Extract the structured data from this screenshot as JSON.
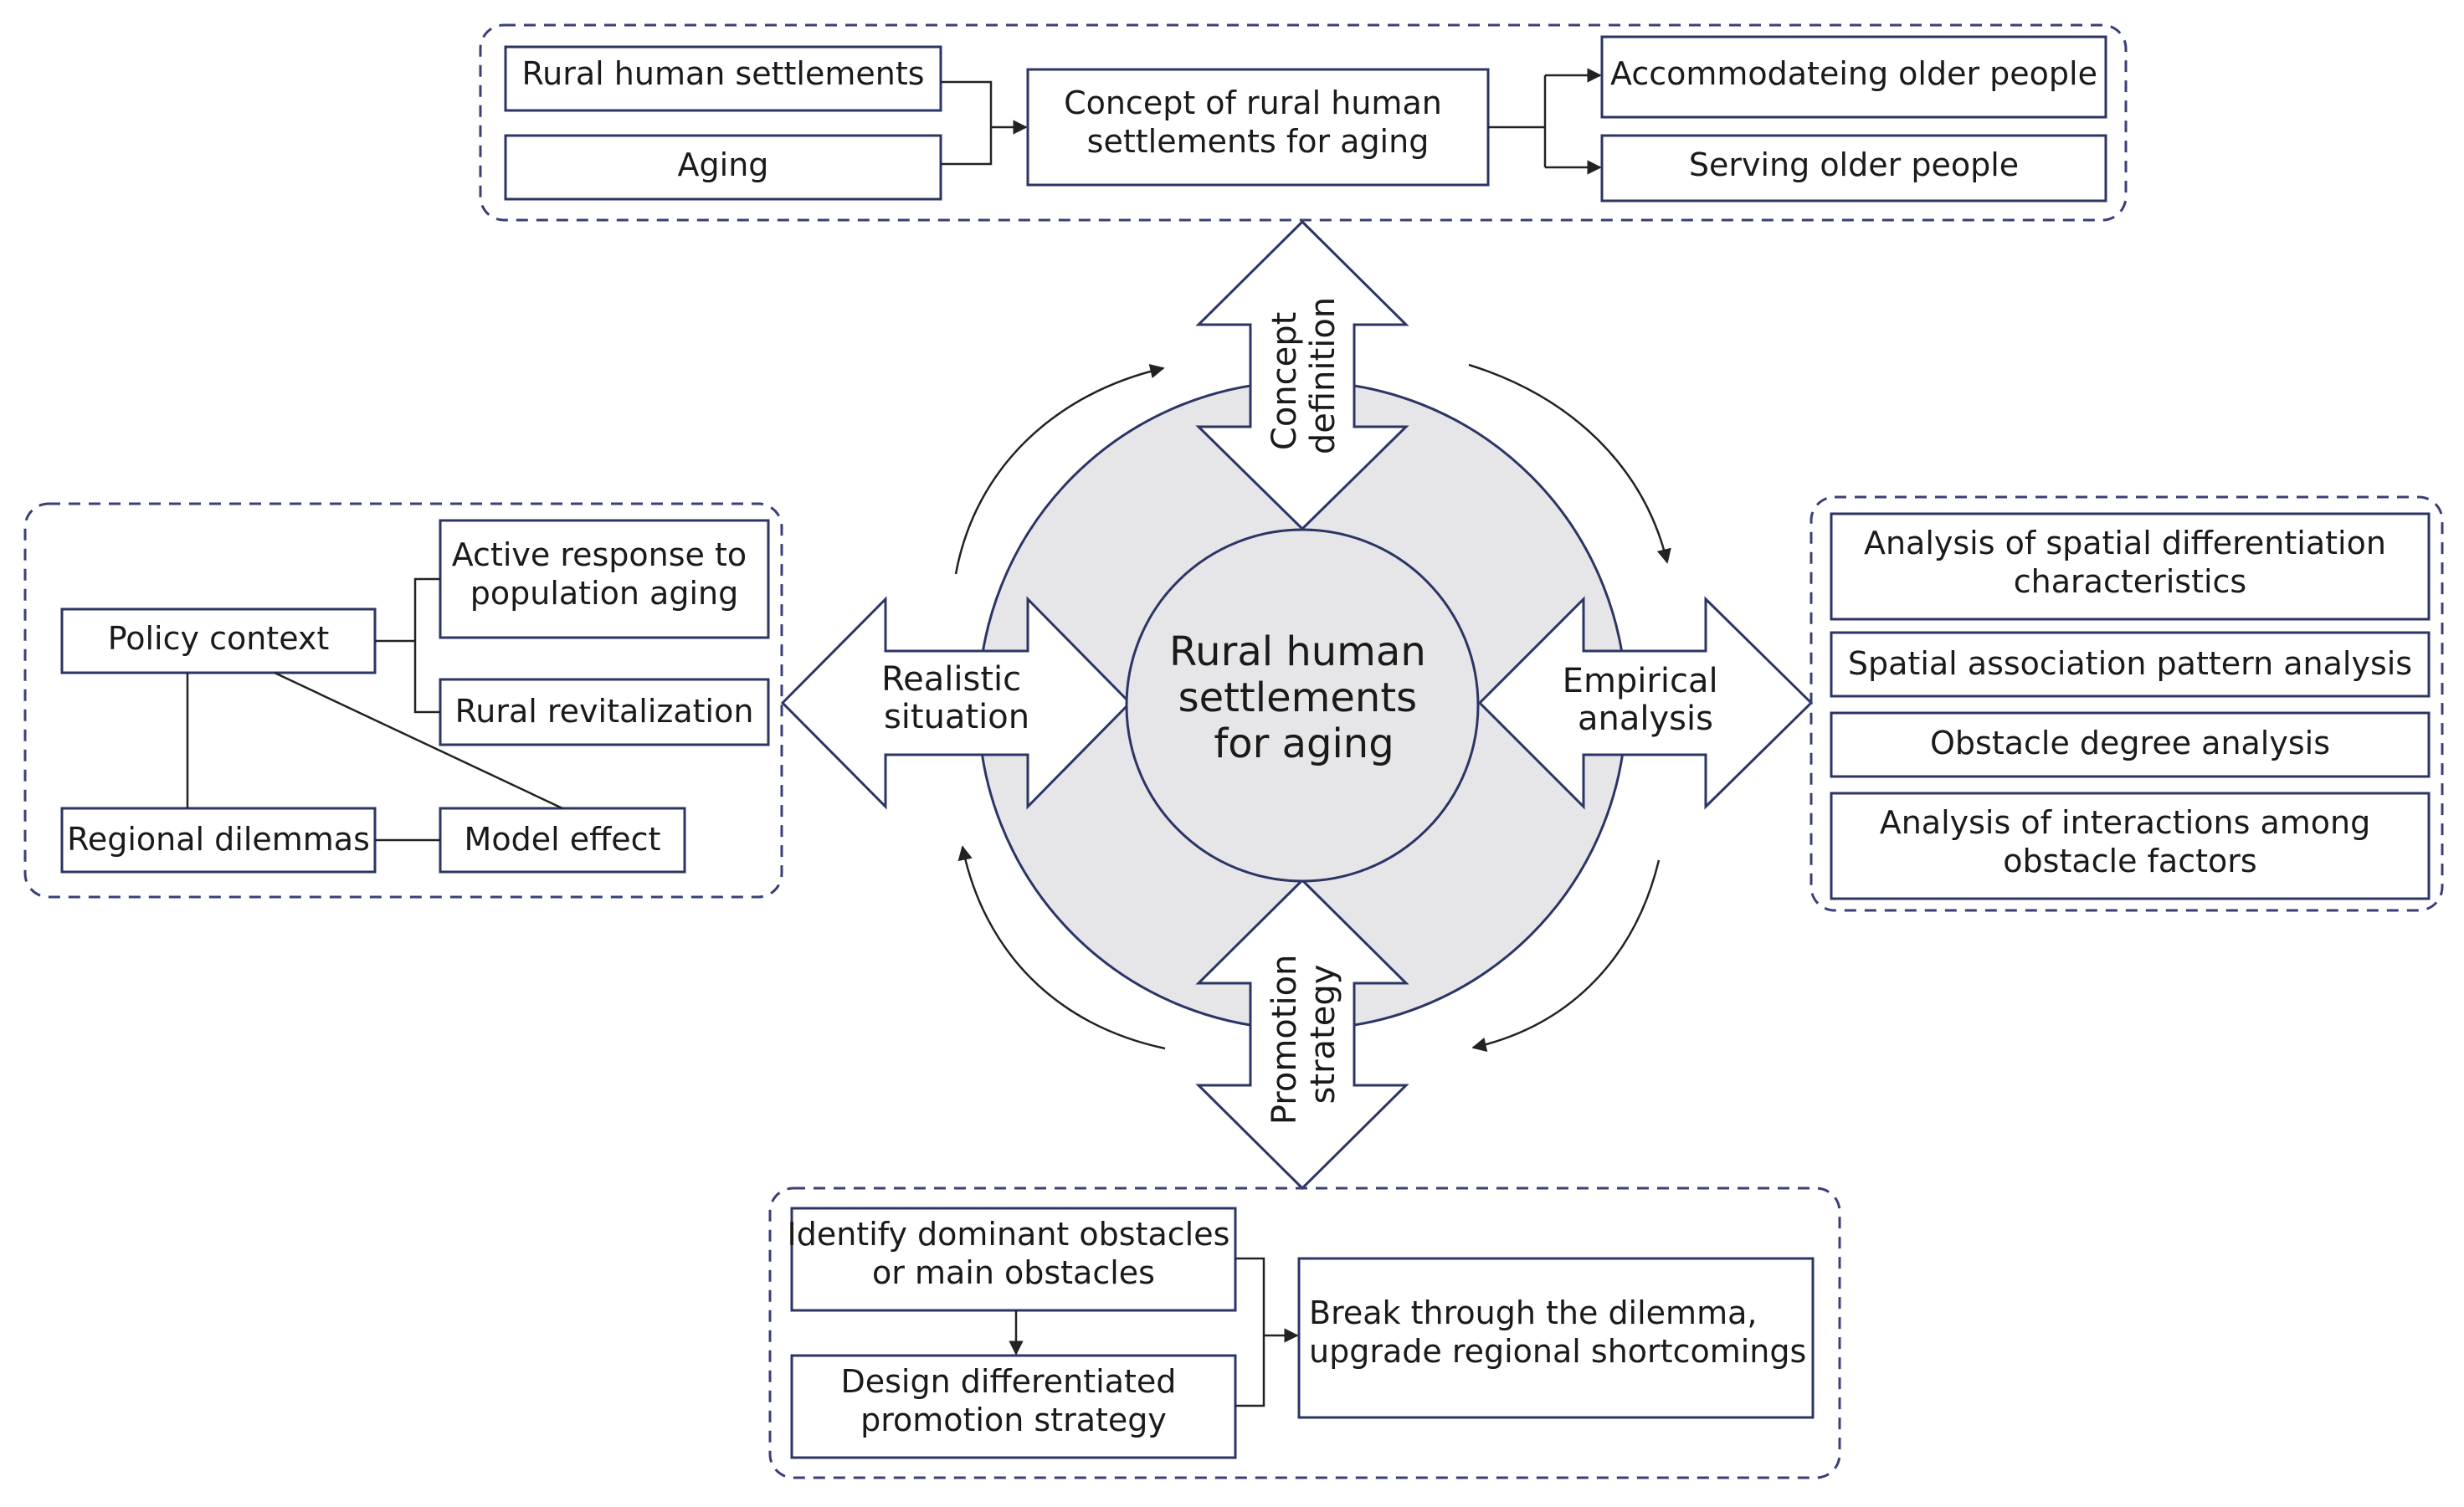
{
  "center": {
    "lines": [
      "Rural human",
      "settlements",
      "for aging"
    ]
  },
  "arrows": {
    "top": [
      "Concept",
      "definition"
    ],
    "left": [
      "Realistic",
      "situation"
    ],
    "right": [
      "Empirical",
      "analysis"
    ],
    "bottom": [
      "Promotion",
      "strategy"
    ]
  },
  "top_group": {
    "rural_human_settlements": "Rural human settlements",
    "aging": "Aging",
    "concept": [
      "Concept of rural human",
      "settlements for aging"
    ],
    "accommodating": "Accommodateing older people",
    "serving": "Serving older people"
  },
  "left_group": {
    "policy_context": "Policy context",
    "active_response": [
      "Active response to",
      "population aging"
    ],
    "rural_revitalization": "Rural revitalization",
    "regional_dilemmas": "Regional dilemmas",
    "model_effect": "Model effect"
  },
  "right_group": {
    "spatial_differentiation": [
      "Analysis of spatial differentiation",
      "characteristics"
    ],
    "spatial_association": "Spatial association pattern analysis",
    "obstacle_degree": "Obstacle degree analysis",
    "interactions": [
      "Analysis of interactions among",
      "obstacle factors"
    ]
  },
  "bottom_group": {
    "identify": [
      "Identify dominant obstacles",
      "or main obstacles"
    ],
    "design": [
      "Design  differentiated",
      "promotion strategy"
    ],
    "break_through": [
      "Break through the dilemma,",
      "upgrade regional shortcomings"
    ]
  },
  "colors": {
    "stroke": "#2b3566",
    "dashed": "#3a3f78",
    "circle_fill": "#e6e6e8"
  }
}
